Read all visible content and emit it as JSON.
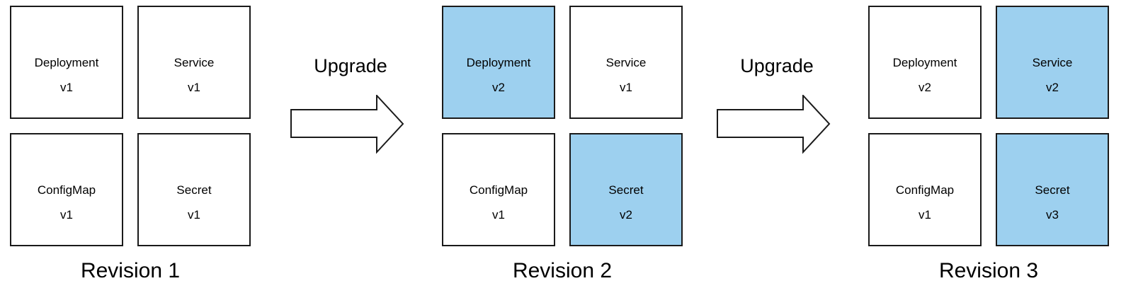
{
  "colors": {
    "changed": "#9dd0ef",
    "border": "#1a1a1a"
  },
  "transition_label": "Upgrade",
  "revisions": [
    {
      "label": "Revision 1",
      "resources": [
        {
          "kind": "Deployment",
          "version": "v1",
          "changed": false
        },
        {
          "kind": "Service",
          "version": "v1",
          "changed": false
        },
        {
          "kind": "ConfigMap",
          "version": "v1",
          "changed": false
        },
        {
          "kind": "Secret",
          "version": "v1",
          "changed": false
        }
      ]
    },
    {
      "label": "Revision 2",
      "resources": [
        {
          "kind": "Deployment",
          "version": "v2",
          "changed": true
        },
        {
          "kind": "Service",
          "version": "v1",
          "changed": false
        },
        {
          "kind": "ConfigMap",
          "version": "v1",
          "changed": false
        },
        {
          "kind": "Secret",
          "version": "v2",
          "changed": true
        }
      ]
    },
    {
      "label": "Revision 3",
      "resources": [
        {
          "kind": "Deployment",
          "version": "v2",
          "changed": false
        },
        {
          "kind": "Service",
          "version": "v2",
          "changed": true
        },
        {
          "kind": "ConfigMap",
          "version": "v1",
          "changed": false
        },
        {
          "kind": "Secret",
          "version": "v3",
          "changed": true
        }
      ]
    }
  ]
}
